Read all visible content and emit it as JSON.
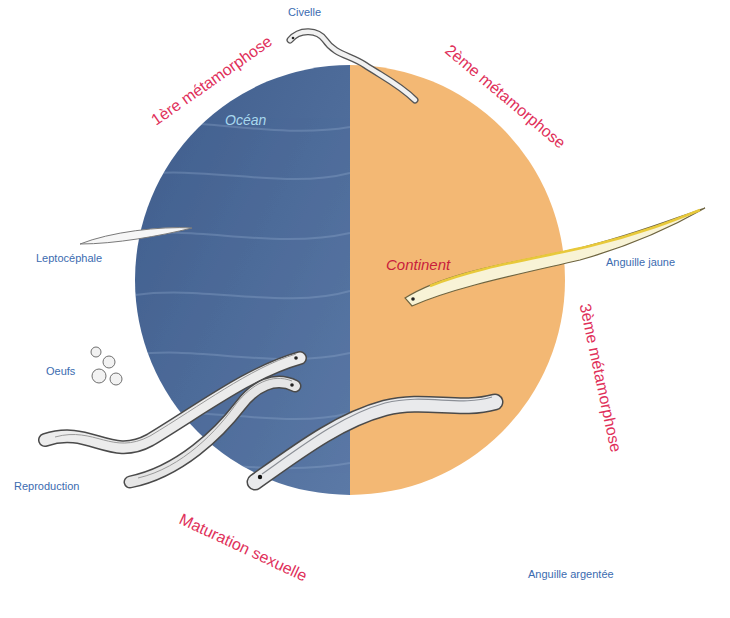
{
  "diagram": {
    "nodes": [
      {
        "text": [
          "Océan"
        ]
      },
      {
        "text": [
          "Continent"
        ]
      }
    ],
    "labels": [
      "Civelle",
      "1ère métamorphose",
      "2ème métamorphose",
      "Leptocéphale",
      "Anguille jaune",
      "3ème métamorphose",
      "Oeufs",
      "Reproduction",
      "Maturation sexuelle",
      "Anguille argentée"
    ]
  }
}
